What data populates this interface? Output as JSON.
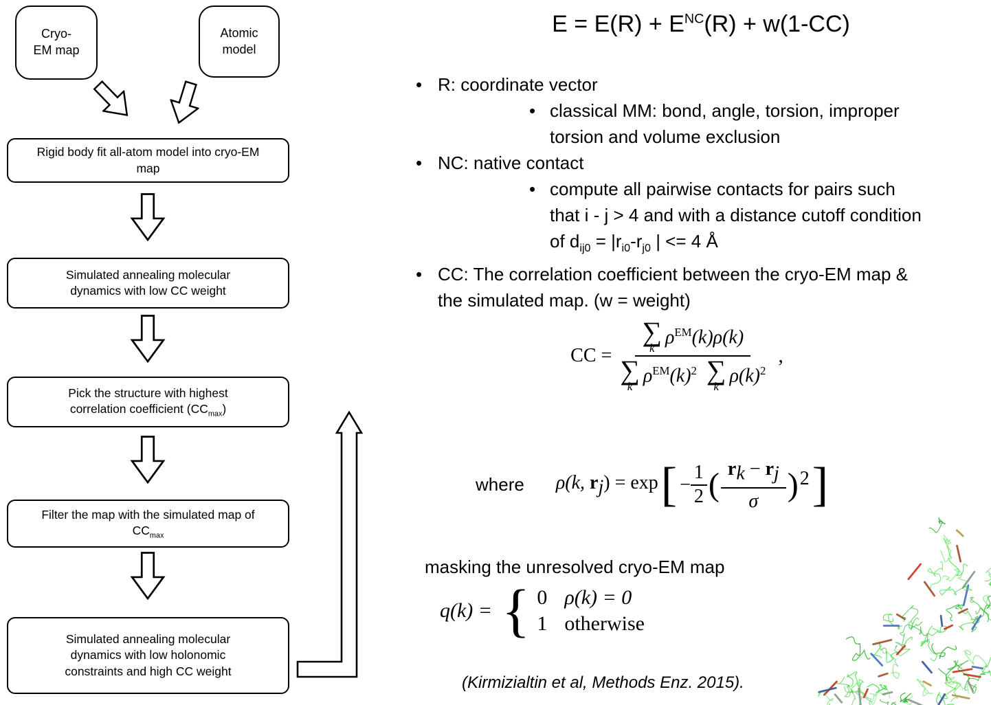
{
  "flowchart": {
    "cryo_box": "Cryo-\nEM map",
    "atomic_box": "Atomic\nmodel",
    "rigid_box": "Rigid body fit all-atom model into cryo-EM map",
    "sa_low_box": "Simulated annealing molecular dynamics with low CC weight",
    "pick_box_pre": "Pick the structure with highest correlation coefficient (CC",
    "pick_box_sub": "max",
    "pick_box_post": ")",
    "filter_box_pre": "Filter the map with the simulated map of CC",
    "filter_box_sub": "max",
    "sa_high_box": "Simulated annealing molecular dynamics with low holonomic constraints and high CC weight"
  },
  "main_equation": {
    "pre": "E = E(R) + E",
    "sup": "NC",
    "post": "(R) + w(1-CC)"
  },
  "bullets": {
    "r_vector": "R: coordinate vector",
    "classical_mm_line1": "classical MM: bond, angle, torsion, improper",
    "classical_mm_line2": "torsion and volume exclusion",
    "nc": "NC: native contact",
    "pairwise_line1": "compute all pairwise contacts for pairs such",
    "pairwise_line2": "that i - j > 4 and with a distance cutoff condition",
    "pairwise_l3_pre": "of d",
    "pairwise_l3_sub1": "ij0",
    "pairwise_l3_mid1": " = |r",
    "pairwise_l3_sub2": "i0",
    "pairwise_l3_mid2": "-r",
    "pairwise_l3_sub3": "j0",
    "pairwise_l3_post": " | <= 4 Å",
    "cc_line1": "CC: The correlation coefficient between the cryo-EM map &",
    "cc_line2": "the simulated map. (w = weight)"
  },
  "cc_equation": {
    "lhs": "CC =",
    "sigma": "∑",
    "sum_sub": "k",
    "num_rho": "ρ",
    "num_sup": "EM",
    "num_tail": "(k)ρ(k)",
    "den_rho1": "ρ",
    "den_sup1": "EM",
    "den_mid1": "(k)",
    "den_pow1": "2",
    "den_rho2": "ρ(k)",
    "den_pow2": "2",
    "comma": ","
  },
  "where_equation": {
    "label": "where",
    "lhs_pre": "ρ(k, ",
    "lhs_vec": "r",
    "lhs_sub": "j",
    "lhs_post": ") = exp",
    "bracket_open": "[",
    "minus": "−",
    "half_num": "1",
    "half_den": "2",
    "paren_open": "(",
    "num_r1": "r",
    "num_sub1": "k",
    "num_minus": " − ",
    "num_r2": "r",
    "num_sub2": "j",
    "den_sigma": "σ",
    "paren_close": ")",
    "power": "2",
    "bracket_close": "]"
  },
  "masking": {
    "label": "masking the unresolved cryo-EM map",
    "lhs": "q(k) =",
    "brace": "{",
    "case1_value": "0",
    "case1_condition": "ρ(k) = 0",
    "case2_value": "1",
    "case2_condition": "otherwise"
  },
  "citation": "(Kirmizialtin et al, Methods Enz. 2015)."
}
